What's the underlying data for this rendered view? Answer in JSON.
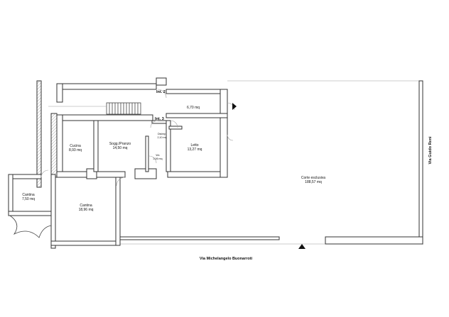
{
  "rooms": {
    "cucina": {
      "name": "Cucina",
      "area": "8,93 mq"
    },
    "soggiorno": {
      "name": "Sogg./Pranzo",
      "area": "14,50 mq"
    },
    "disimpegno": {
      "name": "Disimp.",
      "area": "2,10 mq"
    },
    "wc": {
      "name": "Wc",
      "area": "2,06 mq"
    },
    "letto": {
      "name": "Letto",
      "area": "13,27 mq"
    },
    "room_upper": {
      "area": "6,70 mq"
    },
    "cantina_small": {
      "name": "Cantina",
      "area": "7,50 mq"
    },
    "cantina_large": {
      "name": "Cantina",
      "area": "18,96 mq"
    },
    "corte": {
      "name": "Corte esclusiva",
      "area": "188,57 mq"
    }
  },
  "interiors": {
    "int2": "Int. 2",
    "int3": "Int. 3"
  },
  "streets": {
    "bottom": "Via Michelangelo Buonarroti",
    "right": "Via Guido Reni"
  },
  "colors": {
    "wall_stroke": "#333333",
    "text": "#111111"
  }
}
